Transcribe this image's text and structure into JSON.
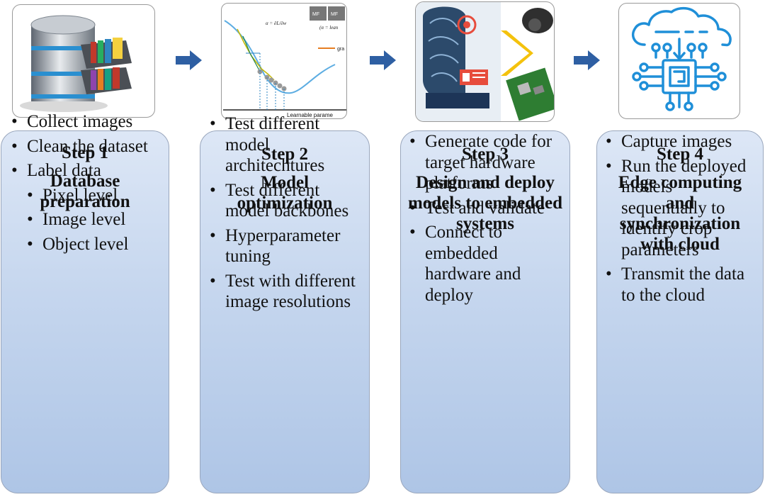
{
  "steps": [
    {
      "label": "Step 1",
      "title": "Database preparation",
      "items": [
        {
          "text": "Collect images"
        },
        {
          "text": "Clean the dataset"
        },
        {
          "text": "Label data",
          "sub": [
            "Pixel level",
            "Image level",
            "Object level"
          ]
        }
      ]
    },
    {
      "label": "Step 2",
      "title": "Model optimization",
      "items": [
        {
          "text": "Test different model architechtures"
        },
        {
          "text": "Test different model backbones"
        },
        {
          "text": "Hyperparameter tuning"
        },
        {
          "text": "Test with different image resolutions"
        }
      ]
    },
    {
      "label": "Step 3",
      "title": "Design and deploy models to embedded systems",
      "items": [
        {
          "text": "Generate code for target hardware platforms"
        },
        {
          "text": "Test and validate"
        },
        {
          "text": "Connect to embedded hardware and deploy"
        }
      ]
    },
    {
      "label": "Step 4",
      "title": "Edge computing and synchronization with cloud",
      "items": [
        {
          "text": "Capture images"
        },
        {
          "text": "Run the deployed models sequentially to identify crop parameters"
        },
        {
          "text": "Transmit the data to the cloud"
        }
      ]
    }
  ],
  "images": {
    "graph_xlabel": "Learnable parame",
    "graph_formula": "(α = lean",
    "graph_legend_item": "gra",
    "graph_box_labels": [
      "MF",
      "MF"
    ]
  },
  "icons": [
    "database-icon",
    "gradient-descent-graph-icon",
    "ai-brain-embedded-hardware-icon",
    "cloud-chip-icon"
  ],
  "colors": {
    "arrow": "#2e5fa3",
    "card_top": "#dde7f6",
    "card_bottom": "#aec5e6",
    "cloud_icon": "#1f8fd8"
  }
}
